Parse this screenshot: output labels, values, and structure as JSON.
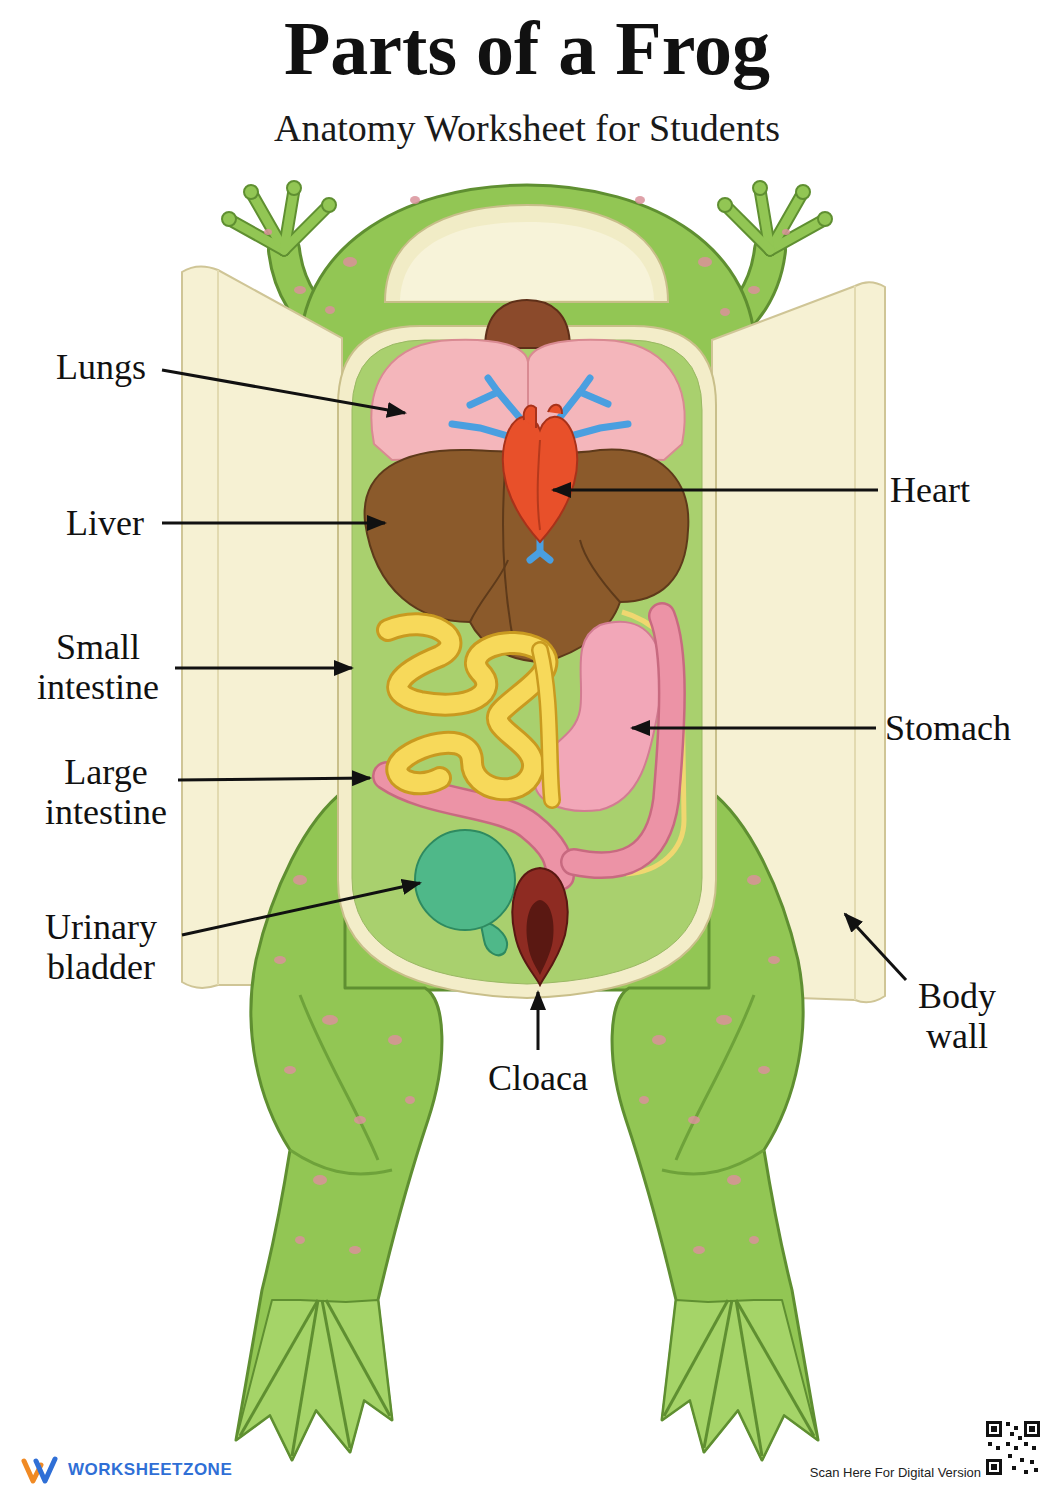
{
  "diagram": {
    "title": "Parts of a Frog",
    "caption": "Anatomy Worksheet for Students",
    "labels": [
      "Lungs",
      "Liver",
      "Small intestine",
      "Large intestine",
      "Urinary bladder",
      "Heart",
      "Stomach",
      "Body wall",
      "Cloaca",
      "WORKSHEETZONE",
      "Scan Here For Digital Version"
    ]
  }
}
